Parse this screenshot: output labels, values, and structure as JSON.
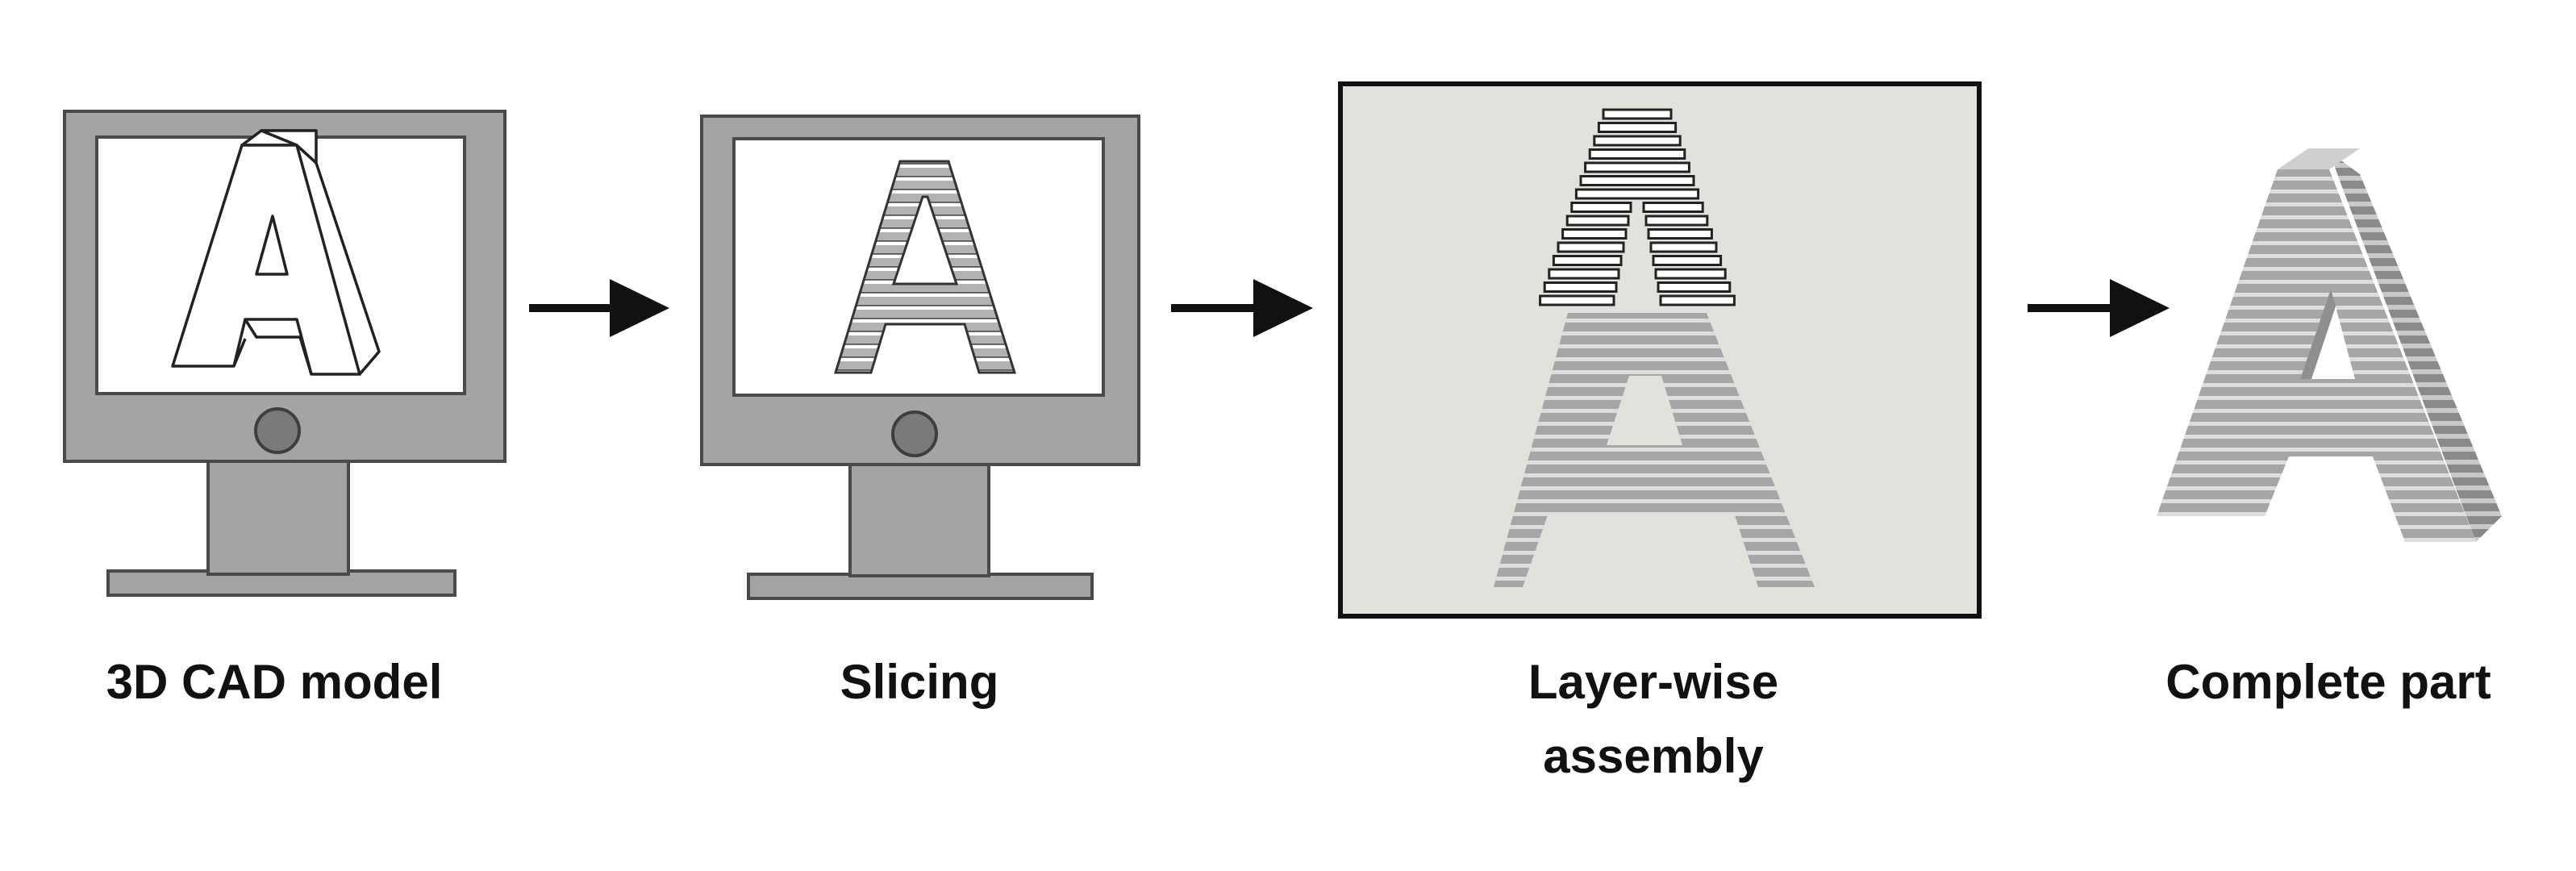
{
  "stages": [
    {
      "id": "cad",
      "label": "3D CAD model",
      "icon": "monitor-3d-letter-a"
    },
    {
      "id": "slicing",
      "label": "Slicing",
      "icon": "monitor-sliced-letter-a"
    },
    {
      "id": "assembly",
      "label": "Layer-wise\nassembly",
      "icon": "layered-letter-a"
    },
    {
      "id": "part",
      "label": "Complete part",
      "icon": "finished-3d-letter-a"
    }
  ],
  "arrows": [
    "cad-to-slicing",
    "slicing-to-assembly",
    "assembly-to-part"
  ],
  "colors": {
    "monitor_body": "#a4a4a4",
    "monitor_stroke": "#4a4a4a",
    "screen": "#ffffff",
    "assembly_panel": "#e2e1dc",
    "layer_fill": "#ababab",
    "arrow": "#111111",
    "text": "#111111"
  }
}
